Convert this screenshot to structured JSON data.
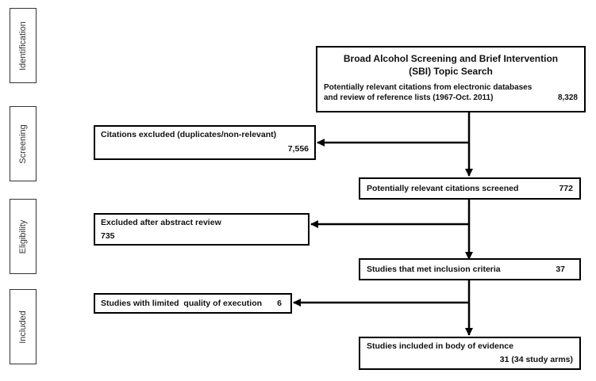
{
  "phases": [
    "Identification",
    "Screening",
    "Eligibility",
    "Included"
  ],
  "search": {
    "title_line1": "Broad Alcohol Screening and Brief Intervention",
    "title_line2": "(SBI) Topic Search",
    "desc_line1": "Potentially relevant citations from electronic databases",
    "desc_line2": "and review of reference lists (1967-Oct. 2011)",
    "count": "8,328"
  },
  "excluded_duplicates": {
    "label": "Citations excluded (duplicates/non-relevant)",
    "count": "7,556"
  },
  "screened": {
    "label": "Potentially relevant citations screened",
    "count": "772"
  },
  "excluded_abstract": {
    "label": "Excluded after abstract review",
    "count": "735"
  },
  "met_criteria": {
    "label": "Studies that met inclusion criteria",
    "count": "37"
  },
  "limited_quality": {
    "label": "Studies with limited  quality of execution",
    "count": "6"
  },
  "included": {
    "label": "Studies included in body of evidence",
    "count": "31 (34 study arms)"
  }
}
